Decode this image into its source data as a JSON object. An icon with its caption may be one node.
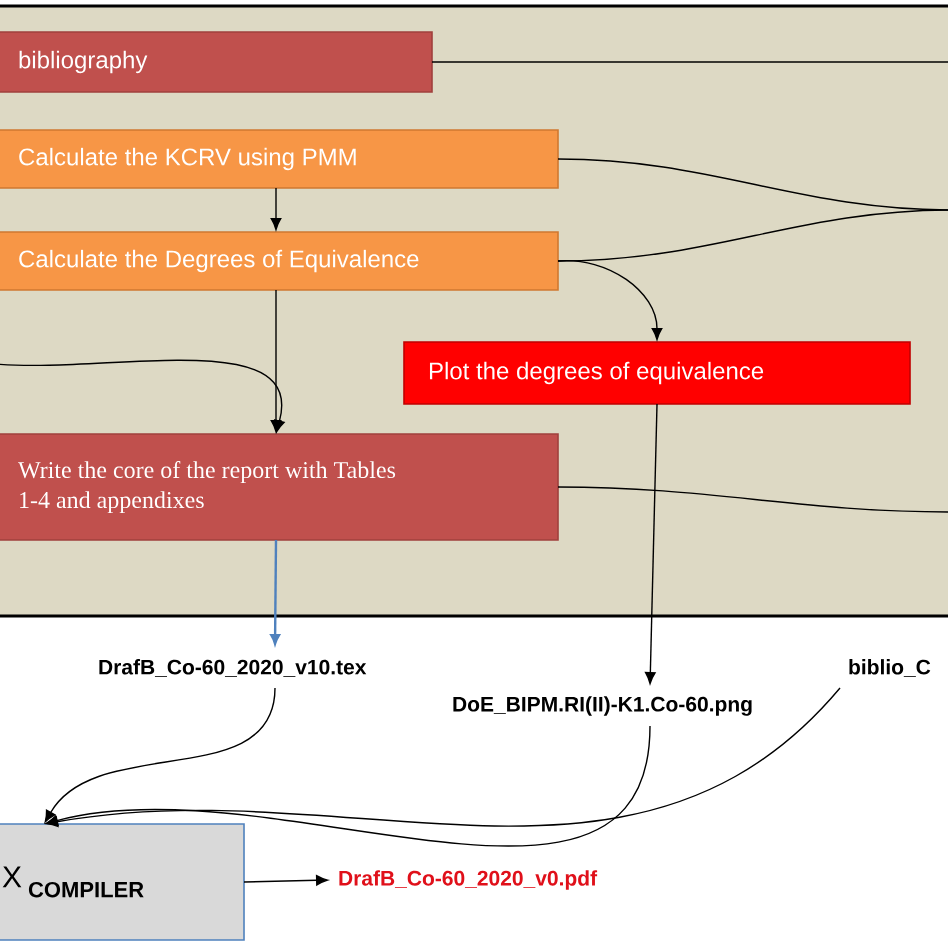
{
  "diagram": {
    "nodes": [
      {
        "text": [],
        "shape": "box"
      },
      {
        "text": [
          "bibliography"
        ],
        "in": 0
      },
      {
        "text": [
          "Calculate the KCRV using PMM"
        ],
        "in": 0
      },
      {
        "text": [
          "Calculate the Degrees of Equivalence"
        ],
        "in": 0
      },
      {
        "text": [
          "Plot the degrees of equivalence"
        ],
        "in": 0
      },
      {
        "text": [
          "Write the core of the report with Tables 1-4 and appendixes"
        ],
        "in": 0
      },
      {
        "text": [
          "DrafB_Co-60_2020_v10.tex"
        ]
      },
      {
        "text": [
          "DoE_BIPM.RI(II)-K1.Co-60.png"
        ]
      },
      {
        "text": [
          "biblio_C"
        ]
      },
      {
        "text": [
          "X",
          "COMPILER"
        ]
      },
      {
        "text": [
          "DrafB_Co-60_2020_v0.pdf"
        ]
      }
    ],
    "edges": [
      {
        "from": 2,
        "to": 3,
        "arrow": "to"
      },
      {
        "from": 3,
        "to": 5,
        "arrow": "to"
      },
      {
        "from": null,
        "to": 5,
        "arrow": "to"
      },
      {
        "from": 3,
        "to": 4,
        "arrow": "to"
      },
      {
        "from": 1,
        "to": null,
        "arrow": "none"
      },
      {
        "from": 2,
        "to": null,
        "arrow": "none"
      },
      {
        "from": 3,
        "to": null,
        "arrow": "none"
      },
      {
        "from": 5,
        "to": null,
        "arrow": "none"
      },
      {
        "from": 5,
        "to": 6,
        "arrow": "to",
        "color": "#4f81bd"
      },
      {
        "from": 4,
        "to": 7,
        "arrow": "to"
      },
      {
        "from": 6,
        "to": 9,
        "arrow": "to"
      },
      {
        "from": 7,
        "to": 9,
        "arrow": "to"
      },
      {
        "from": 8,
        "to": 9,
        "arrow": "to"
      },
      {
        "from": 9,
        "to": 10,
        "arrow": "to"
      }
    ]
  }
}
